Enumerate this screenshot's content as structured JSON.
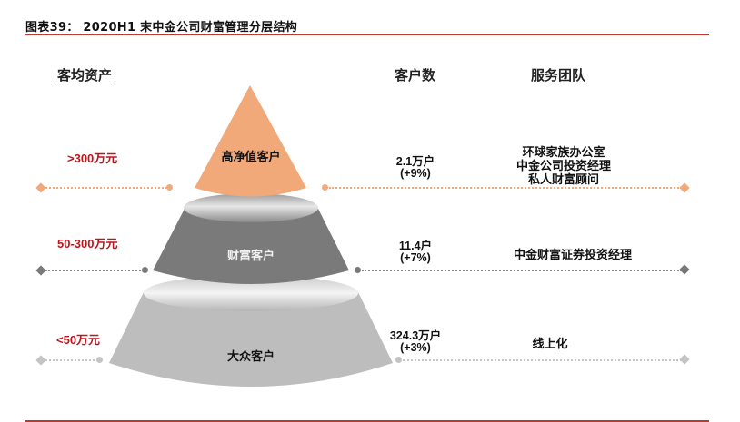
{
  "title": "图表39：  2020H1 末中金公司财富管理分层结构",
  "headers": {
    "asset": "客均资产",
    "customers": "客户数",
    "team": "服务团队"
  },
  "tiers": [
    {
      "name": "高净值客户",
      "range": ">300万元",
      "count": "2.1万户",
      "growth": "(+9%)",
      "team_lines": [
        "环球家族办公室",
        "中金公司投资经理",
        "私人财富顾问"
      ],
      "color": "#f2a97a"
    },
    {
      "name": "财富客户",
      "range": "50-300万元",
      "count": "11.4户",
      "growth": "(+7%)",
      "team_lines": [
        "中金财富证券投资经理"
      ],
      "color": "#7a7a7a"
    },
    {
      "name": "大众客户",
      "range": "<50万元",
      "count": "324.3万户",
      "growth": "(+3%)",
      "team_lines": [
        "线上化"
      ],
      "color": "#bdbdbd"
    }
  ],
  "colors": {
    "accent_rule": "#c0392b",
    "range_text": "#c0141c",
    "tier1_line": "#f2a97a",
    "tier2_line": "#7a7a7a",
    "tier3_line": "#c4c4c4"
  }
}
